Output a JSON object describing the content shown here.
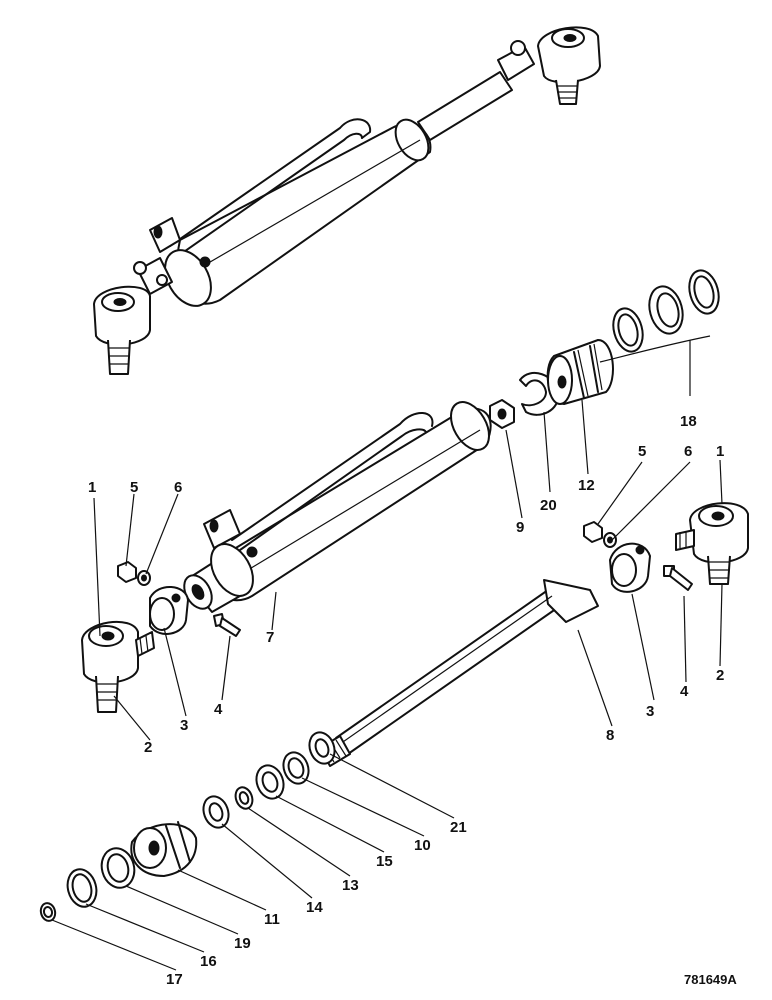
{
  "drawing_ref": "781649A",
  "callouts": {
    "c1a": "1",
    "c5a": "5",
    "c6a": "6",
    "c2a": "2",
    "c3a": "3",
    "c4a": "4",
    "c7": "7",
    "c9": "9",
    "c20": "20",
    "c12": "12",
    "c18": "18",
    "c5b": "5",
    "c6b": "6",
    "c1b": "1",
    "c4b": "4",
    "c2b": "2",
    "c3b": "3",
    "c8": "8",
    "c21": "21",
    "c10": "10",
    "c15": "15",
    "c13": "13",
    "c14": "14",
    "c11": "11",
    "c19": "19",
    "c16": "16",
    "c17": "17"
  }
}
